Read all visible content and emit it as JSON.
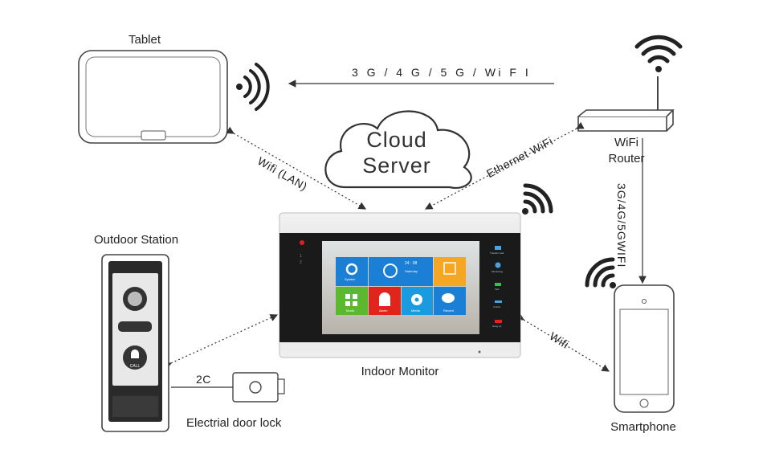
{
  "devices": {
    "tablet": "Tablet",
    "outdoor_station": "Outdoor Station",
    "indoor_monitor": "Indoor Monitor",
    "wifi_router": "WiFi\nRouter",
    "smartphone": "Smartphone",
    "door_lock": "Electrial door lock",
    "cloud": "Cloud\nServer"
  },
  "links": {
    "router_to_tablet": "3 G / 4 G / 5 G / Wi F I",
    "tablet_to_monitor": "Wifi (LAN)",
    "router_to_monitor": "Ethernet WiFi",
    "router_to_phone": "3G/4G/5GWIFI",
    "phone_to_monitor": "Wifi",
    "station_to_lock": "2C"
  },
  "monitor_screen": {
    "tiles": [
      "System",
      "",
      "Saturday",
      "",
      "Mode",
      "Alarm",
      "Media",
      "Record"
    ],
    "clock": "24 : 08",
    "side_buttons": [
      "Transfer Call",
      "Monitoring",
      "Talk",
      "Unlock",
      "Hang up"
    ]
  },
  "colors": {
    "line": "#333333",
    "tile_blue": "#1b7fd6",
    "tile_orange": "#f5a623",
    "tile_green": "#5cb82e",
    "tile_red": "#e0261c",
    "tile_sky": "#1a9be0"
  }
}
